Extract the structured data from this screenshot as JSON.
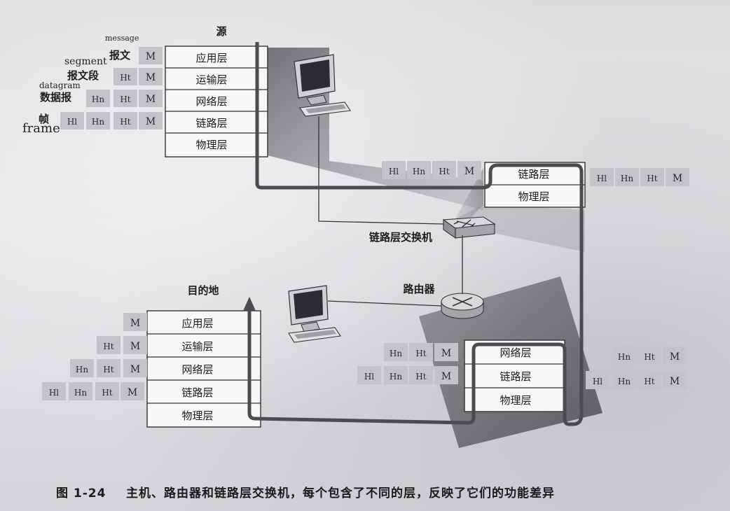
{
  "labels": {
    "source": "源",
    "destination": "目的地",
    "switch": "链路层交换机",
    "router": "路由器"
  },
  "english": {
    "message": "message",
    "segment": "segment",
    "datagram": "datagram",
    "frame": "frame"
  },
  "source_side_labels": {
    "message": "报文",
    "segment": "报文段",
    "datagram": "数据报",
    "frame": "帧"
  },
  "layers": {
    "application": "应用层",
    "transport": "运输层",
    "network": "网络层",
    "link": "链路层",
    "physical": "物理层"
  },
  "headers": {
    "message": "M",
    "transport": "Ht",
    "network": "Hn",
    "link": "Hl"
  },
  "caption": {
    "number": "图 1-24",
    "text": "主机、路由器和链路层交换机，每个包含了不同的层，反映了它们的功能差异"
  },
  "colors": {
    "stack_fill": "#f7f7f7",
    "header_cell": "#c2c4c7",
    "shadow": "#6e7074",
    "path": "#4a4c50"
  }
}
